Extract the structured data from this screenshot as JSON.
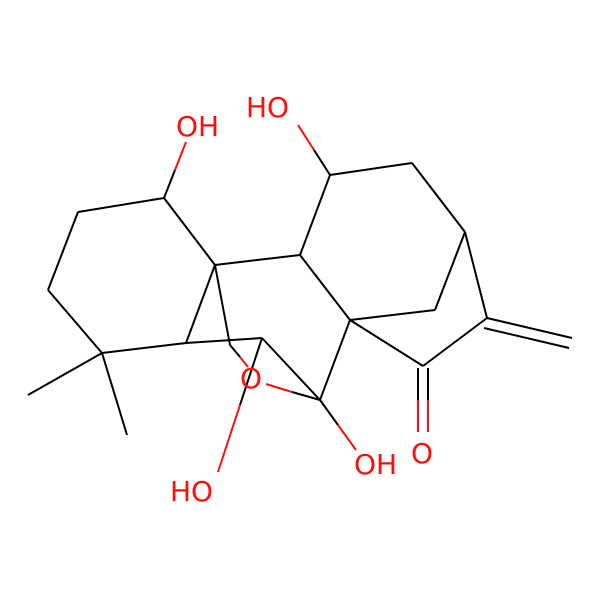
{
  "colors": {
    "bond": "#000000",
    "oxygen": "#ff0d0d",
    "background": "#ffffff"
  },
  "labels": {
    "oh_top_left": "OH",
    "oh_top_right": "HO",
    "ring_oxygen": "O",
    "carbonyl_oxygen": "O",
    "oh_bottom_right": "OH",
    "oh_bottom_left": "HO"
  }
}
